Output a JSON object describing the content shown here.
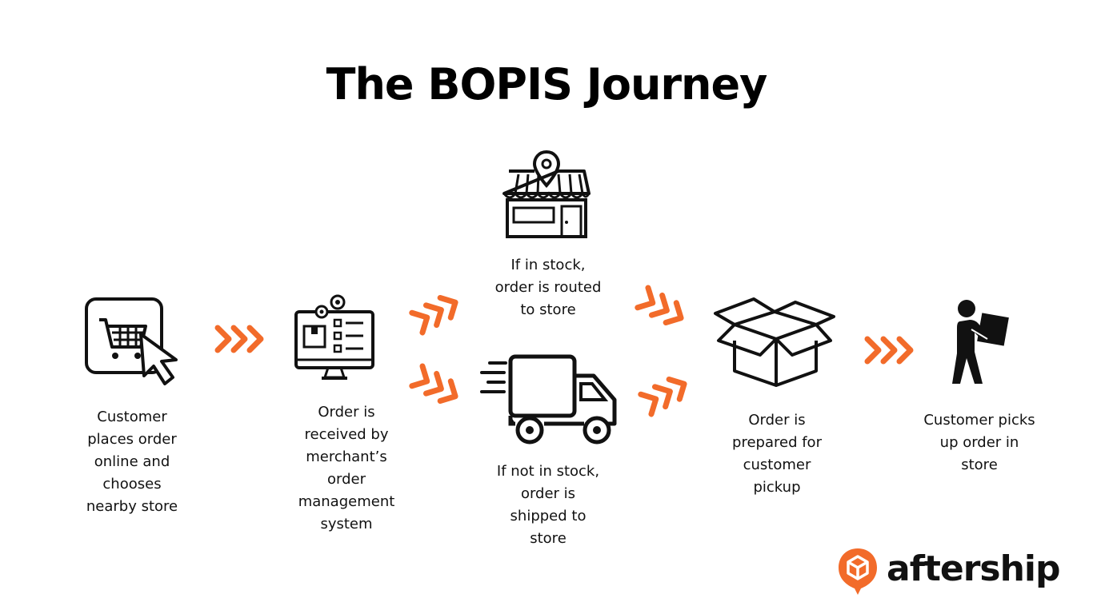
{
  "title": "The BOPIS Journey",
  "accent_color": "#f26b2a",
  "steps": [
    {
      "icon": "shopping-cart-cursor-icon",
      "caption": "Customer\nplaces order\nonline and\nchooses\nnearby store"
    },
    {
      "icon": "order-management-monitor-icon",
      "caption": "Order is\nreceived by\nmerchant’s\norder\nmanagement\nsystem"
    },
    {
      "icon": "store-location-icon",
      "caption": "If in stock,\norder is routed\nto store"
    },
    {
      "icon": "delivery-truck-icon",
      "caption": "If not in stock,\norder is\nshipped to\nstore"
    },
    {
      "icon": "open-box-icon",
      "caption": "Order is\nprepared for\ncustomer\npickup"
    },
    {
      "icon": "person-carrying-box-icon",
      "caption": "Customer picks\nup order in\nstore"
    }
  ],
  "brand": {
    "name": "aftership",
    "icon": "aftership-logo-icon"
  }
}
